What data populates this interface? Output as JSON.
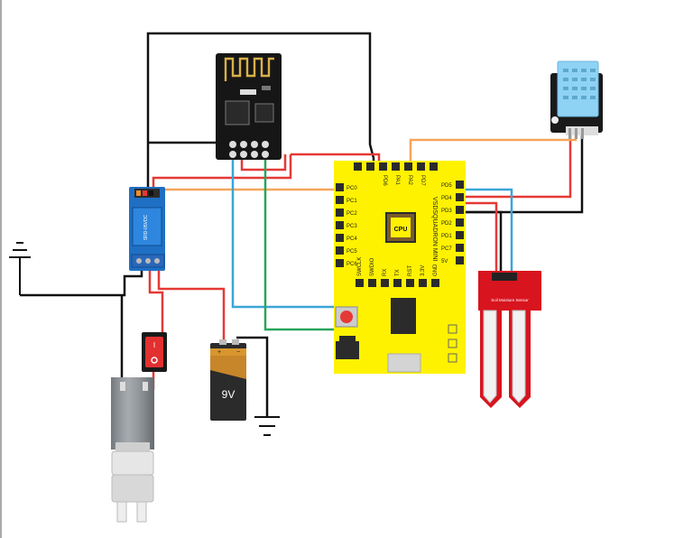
{
  "board": {
    "name_text": "VSDSQUADRON MINI",
    "chip_label": "CPU",
    "left_pins": [
      "PC0",
      "PC1",
      "PC2",
      "PC3",
      "PC4",
      "PC5",
      "PC6"
    ],
    "right_pins": [
      "PD5",
      "PD4",
      "PD3",
      "PD2",
      "PD1",
      "PC7",
      "5V"
    ],
    "top_pins": [
      "PD6",
      "PA1",
      "PA2",
      "PD7"
    ],
    "bottom_pins": [
      "SWCLK",
      "SWDIO",
      "RX",
      "TX",
      "RST",
      "3.3V",
      "GND"
    ]
  },
  "battery": {
    "label": "9V",
    "plus": "+",
    "minus": "−"
  },
  "soil_sensor": {
    "label": "Soil Moisture Sensor"
  },
  "relay": {
    "label": "SRD-05VDC"
  },
  "colors": {
    "wire_black": "#111111",
    "wire_red": "#e53935",
    "wire_orange": "#f5a55a",
    "wire_blue": "#3aa6d8",
    "wire_green": "#2aa55a",
    "board": "#fff200",
    "relay": "#1f6fc4",
    "dht": "#8fd3f4",
    "soil": "#d8141e"
  }
}
